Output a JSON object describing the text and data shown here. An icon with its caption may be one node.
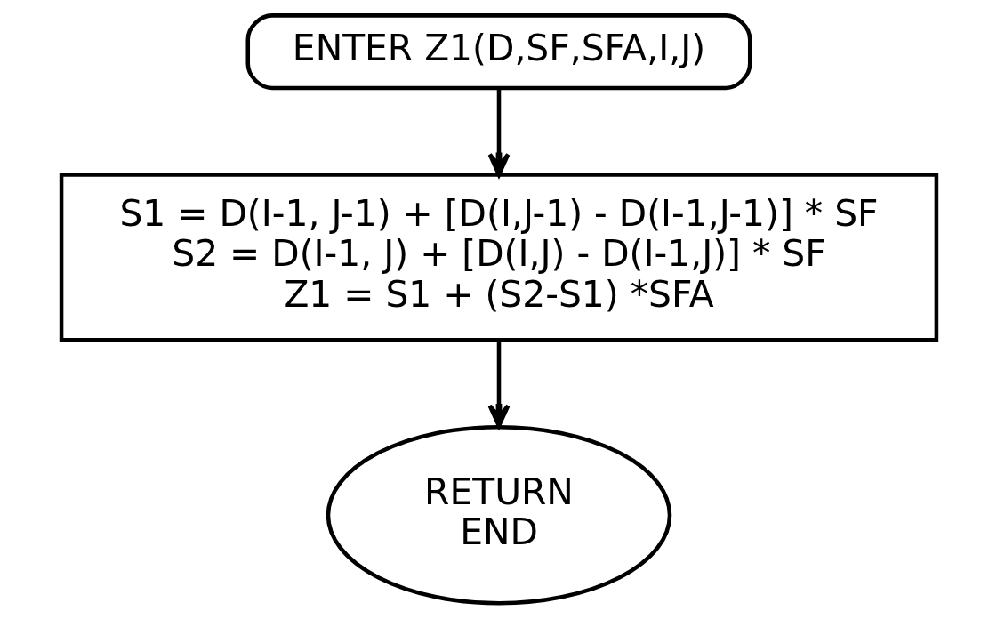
{
  "diagram": {
    "nodes": [
      {
        "text": [
          "ENTER Z1(D,SF,SFA,I,J)"
        ]
      },
      {
        "text": [
          "S1 = D(I-1, J-1) + [D(I,J-1) - D(I-1,J-1)] * SF",
          "S2 = D(I-1, J) + [D(I,J) - D(I-1,J)] * SF",
          "Z1 = S1 + (S2-S1) *SFA"
        ]
      },
      {
        "text": [
          "RETURN",
          "END"
        ]
      }
    ],
    "edges": [
      {
        "from": 0,
        "to": 1,
        "arrow": "to"
      },
      {
        "from": 1,
        "to": 2,
        "arrow": "to"
      }
    ]
  }
}
